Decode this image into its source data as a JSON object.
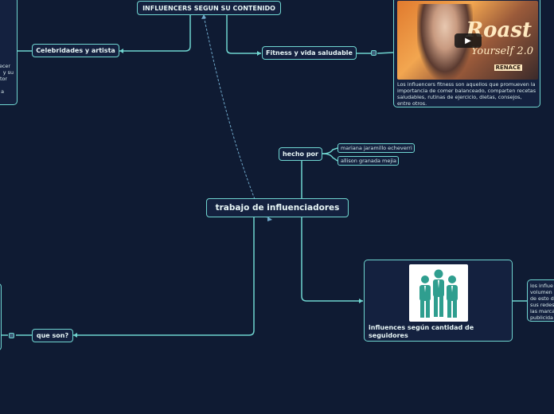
{
  "central": {
    "label": "trabajo de influenciadores"
  },
  "top_node": {
    "label": "INFLUENCERS SEGUN SU CONTENIDO"
  },
  "celebridades": {
    "label": "Celebridades y artista"
  },
  "fitness": {
    "label": "Fitness y vida saludable"
  },
  "fitness_card": {
    "video": {
      "title_line1": "Roast",
      "title_line2": "Yourself 2.0",
      "brand": "RENACE",
      "play_icon": "play-icon"
    },
    "text": "Los influencers fitness son aquellos que promueven la importancia de comer balanceado, comparten recetas saludables, rutinas de ejercicio, dietas, consejos, entre otros."
  },
  "left_card": {
    "lines": [
      "ecer",
      "y su",
      "tor",
      "a"
    ]
  },
  "hecho_por": {
    "label": "hecho por",
    "authors": [
      "mariana jaramillo echeverri",
      "allison granada mejia"
    ]
  },
  "seguidores": {
    "label": "influences según cantidad de seguidores",
    "icon": "group-people-icon"
  },
  "right_card": {
    "lines": [
      "los influe",
      "volumen",
      "de esto d",
      "sus redes",
      "las marca",
      "publicida"
    ]
  },
  "que_son": {
    "label": "que son?"
  },
  "colors": {
    "background": "#0f1b33",
    "accent": "#6fd5d0",
    "node_bg": "#14213f",
    "icon_bg": "#2f9e8f"
  }
}
